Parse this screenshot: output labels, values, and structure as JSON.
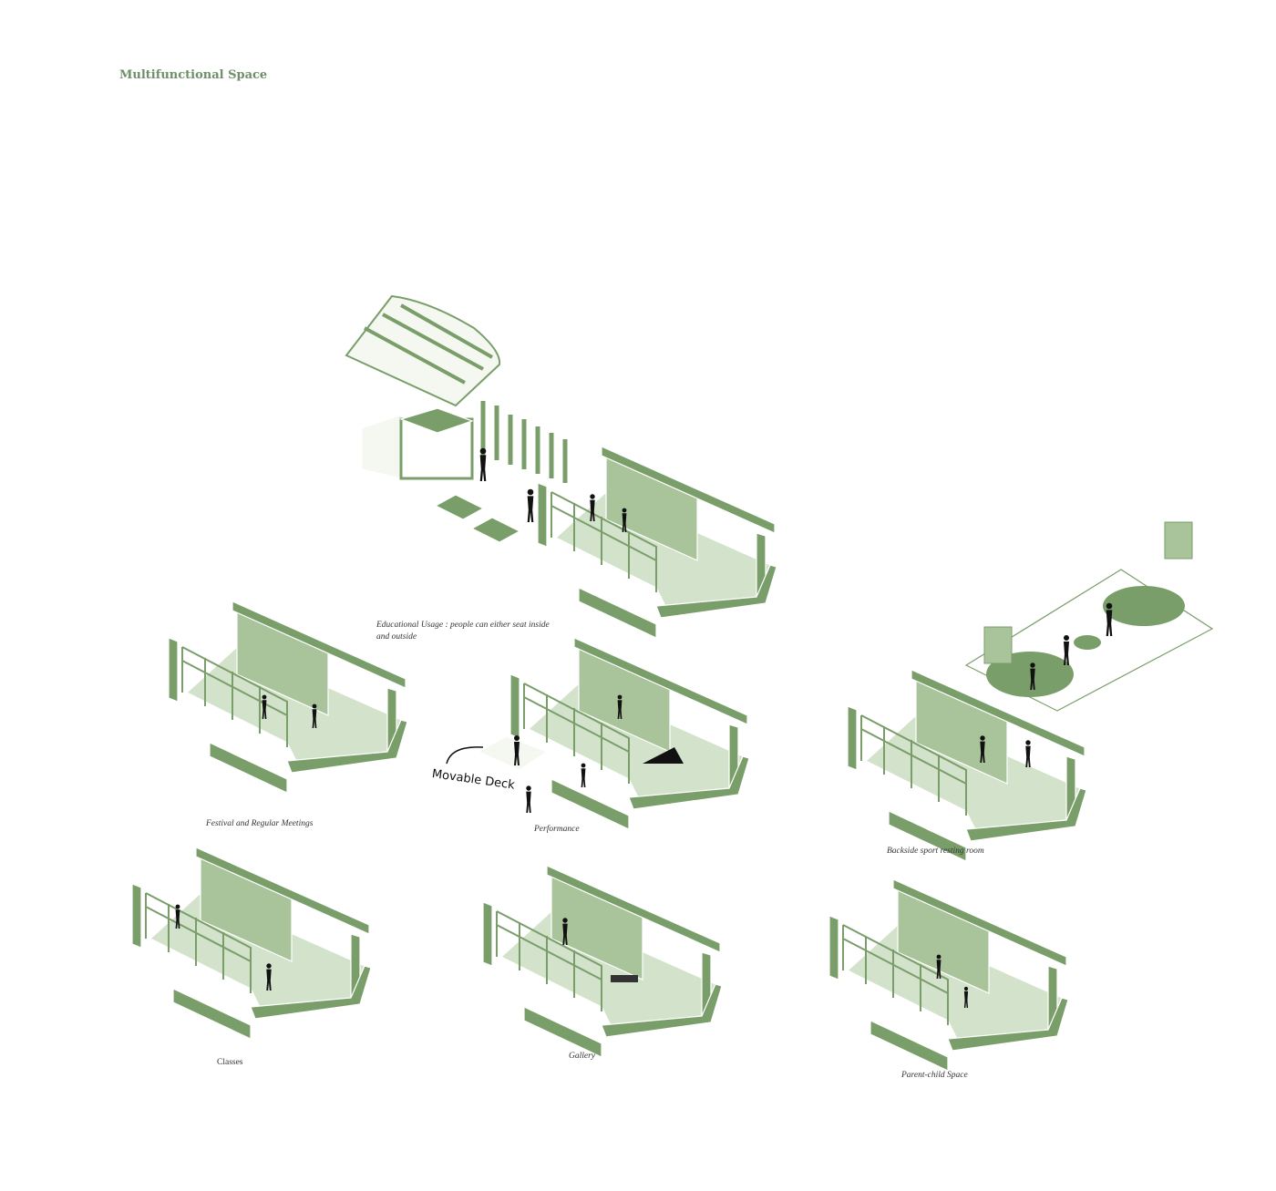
{
  "page_title": "Multifunctional Space",
  "colors": {
    "dark_green": "#7a9e6a",
    "mid_green": "#a9c49b",
    "light_green": "#d3e2cb",
    "figure": "#111111"
  },
  "scenes": [
    {
      "id": "educational",
      "caption": "Educational Usage : people can either seat inside and outside"
    },
    {
      "id": "festival",
      "caption": "Festival and Regular Meetings"
    },
    {
      "id": "performance",
      "caption": "Performance",
      "annotation": "Movable Deck"
    },
    {
      "id": "sport",
      "caption": "Backside sport resting room"
    },
    {
      "id": "classes",
      "caption": "Classes"
    },
    {
      "id": "gallery",
      "caption": "Gallery"
    },
    {
      "id": "parent-child",
      "caption": "Parent-child Space"
    }
  ]
}
